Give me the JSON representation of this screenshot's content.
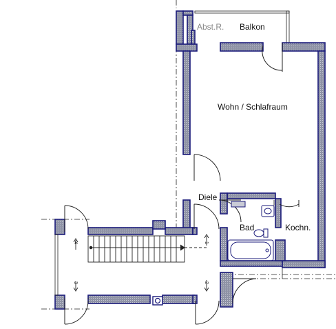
{
  "rooms": {
    "abstellraum": "Abst.R.",
    "balkon": "Balkon",
    "wohn_schlafraum": "Wohn / Schlafraum",
    "diele": "Diele",
    "bad": "Bad",
    "kochnische": "Kochn."
  },
  "stair_markers": [
    "1",
    "2",
    "3",
    "4"
  ],
  "colors": {
    "wall_fill": "#8f93a6",
    "wall_outline": "#1a1a7a",
    "line": "#222222"
  }
}
